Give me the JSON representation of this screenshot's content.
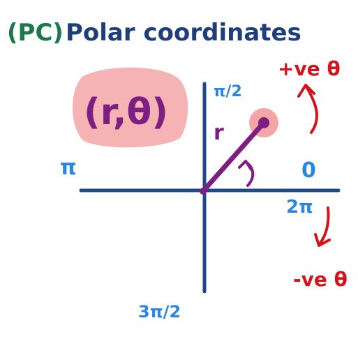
{
  "header": {
    "tag": "(PC)",
    "title": "Polar coordinates"
  },
  "point_label": "(r,θ)",
  "axis_labels": {
    "top": "π/2",
    "left": "π",
    "right_zero": "0",
    "right_two_pi": "2π",
    "bottom": "3π/2"
  },
  "radius_label": "r",
  "direction_labels": {
    "positive": "+ve θ",
    "negative": "-ve θ"
  },
  "colors": {
    "tag": "#1a7a4c",
    "title": "#1f3f7a",
    "axes": "#1d4a86",
    "angle_labels": "#2b86e0",
    "vector": "#7d1e83",
    "highlight": "#f4a6a6",
    "direction": "#d3141e"
  },
  "icons": {
    "positive_direction": "curved-arrow-up-icon",
    "negative_direction": "curved-arrow-down-icon",
    "angle_arc": "angle-arc-icon"
  }
}
